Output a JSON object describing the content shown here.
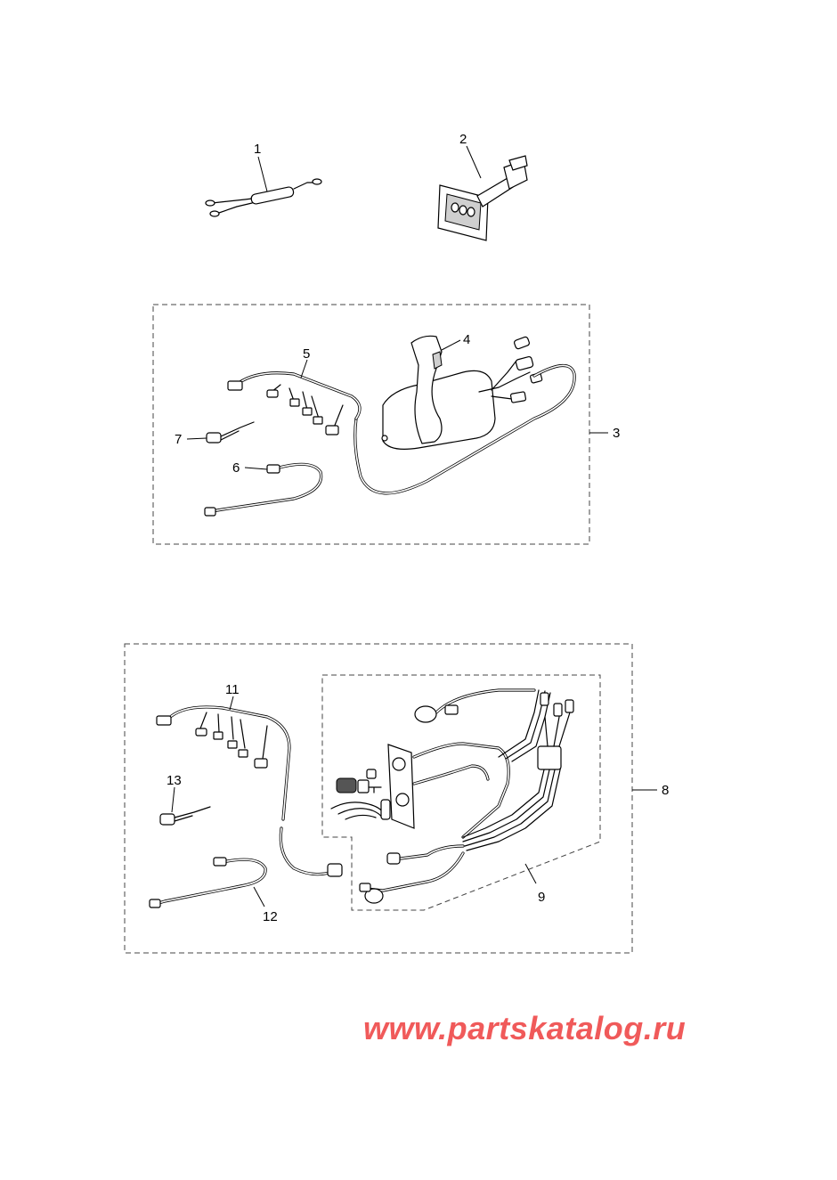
{
  "callouts": {
    "c1": "1",
    "c2": "2",
    "c3": "3",
    "c4": "4",
    "c5": "5",
    "c6": "6",
    "c7": "7",
    "c8": "8",
    "c9": "9",
    "c11": "11",
    "c12": "12",
    "c13": "13"
  },
  "watermark": "www.partskatalog.ru",
  "colors": {
    "watermark": "#f05a5a",
    "lines": "#000000",
    "dashed_box": "#444444"
  }
}
